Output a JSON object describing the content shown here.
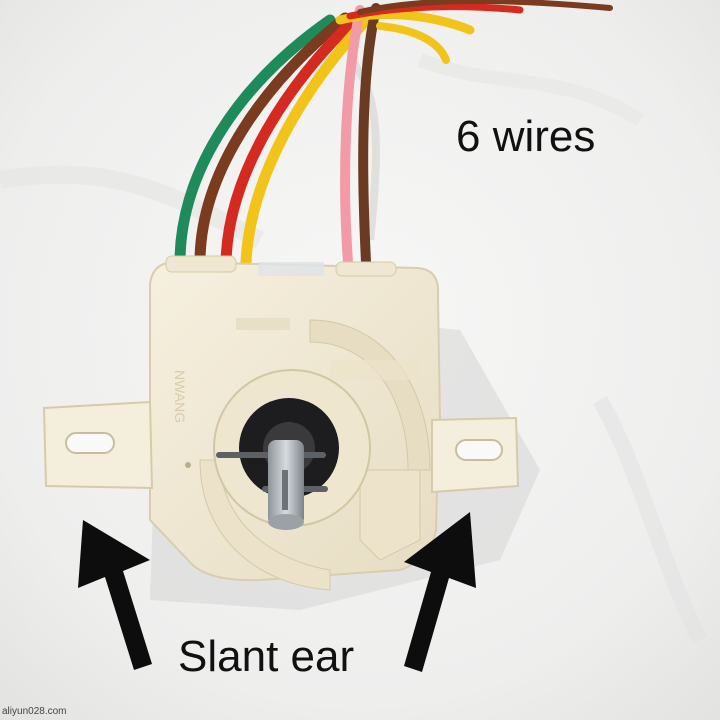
{
  "annotations": {
    "wires_label": "6 wires",
    "ear_label": "Slant ear"
  },
  "watermark": "aliyun028.com",
  "subject": {
    "wire_colors": [
      "#1f8a5a",
      "#7a3b1e",
      "#d42a1f",
      "#f2c419",
      "#f29aa6",
      "#6b3a22"
    ],
    "body_color": "#f1ead7",
    "arrow_color": "#0d0d0d"
  },
  "icons": [
    "left-arrow-icon",
    "right-arrow-icon"
  ]
}
